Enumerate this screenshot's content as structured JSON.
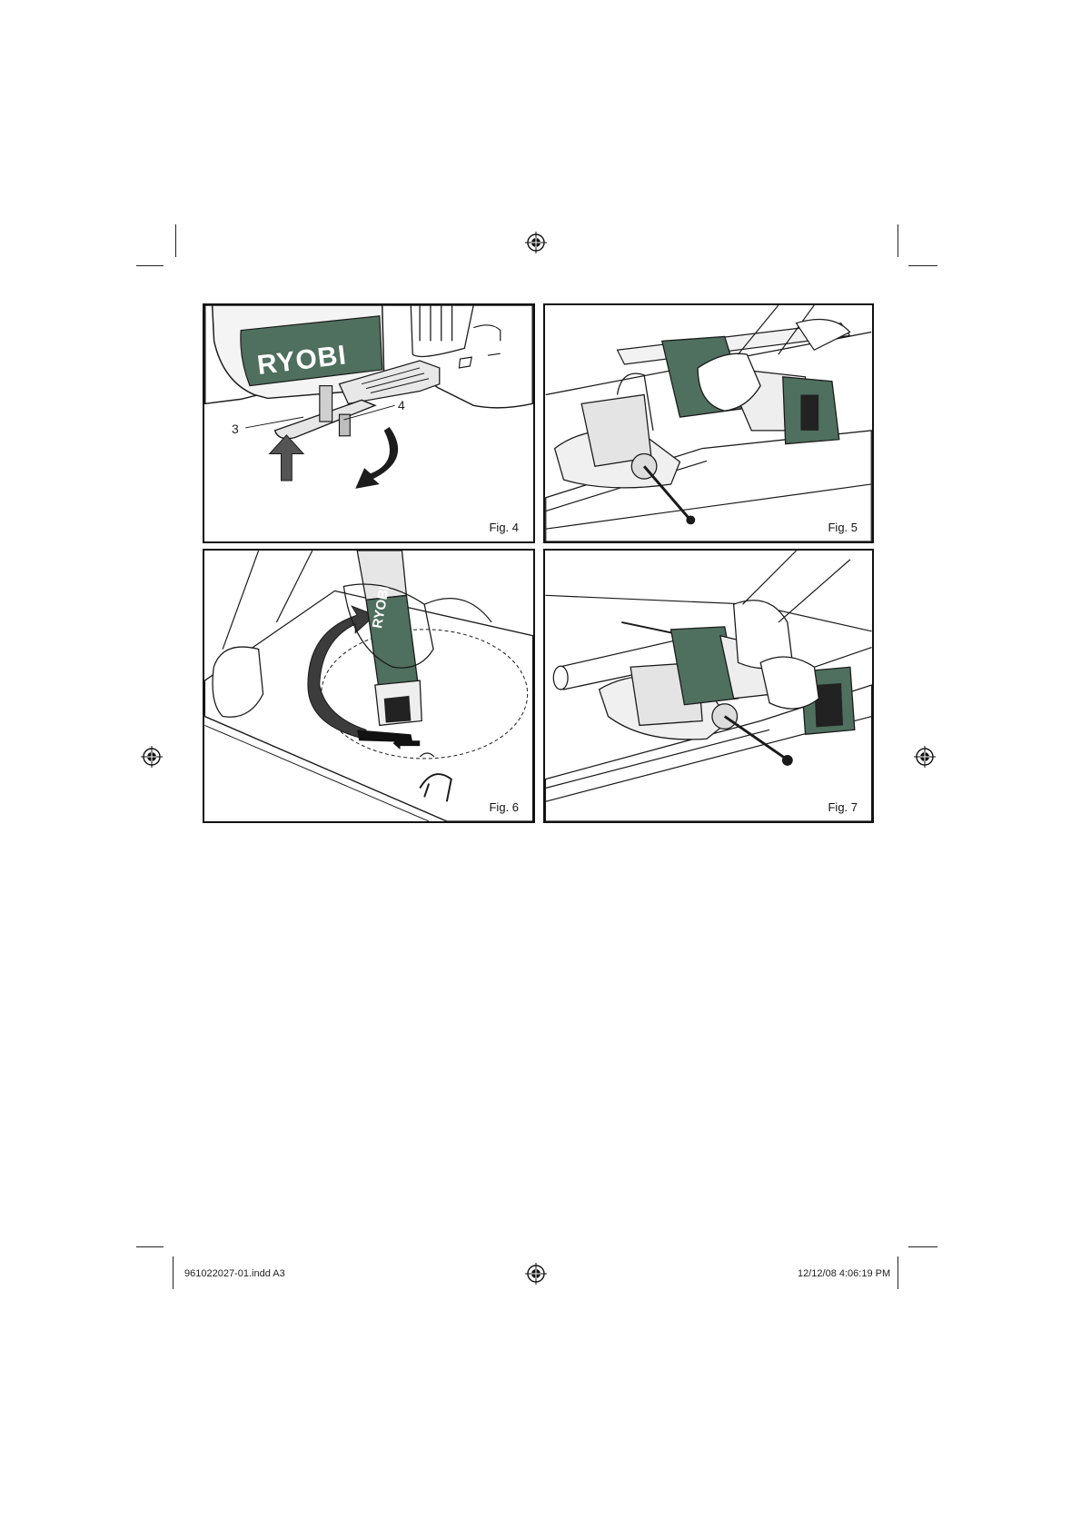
{
  "figures": [
    {
      "label": "Fig. 4",
      "brand": "RYOBI",
      "callouts": [
        "3",
        "4"
      ]
    },
    {
      "label": "Fig. 5"
    },
    {
      "label": "Fig. 6",
      "brand": "RYOBI"
    },
    {
      "label": "Fig. 7"
    }
  ],
  "footer": {
    "file": "961022027-01.indd   A3",
    "timestamp": "12/12/08   4:06:19 PM"
  },
  "colors": {
    "tool_green": "#4f6f5f",
    "line": "#1a1a1a",
    "dark_arrow": "#1c1c1c"
  }
}
